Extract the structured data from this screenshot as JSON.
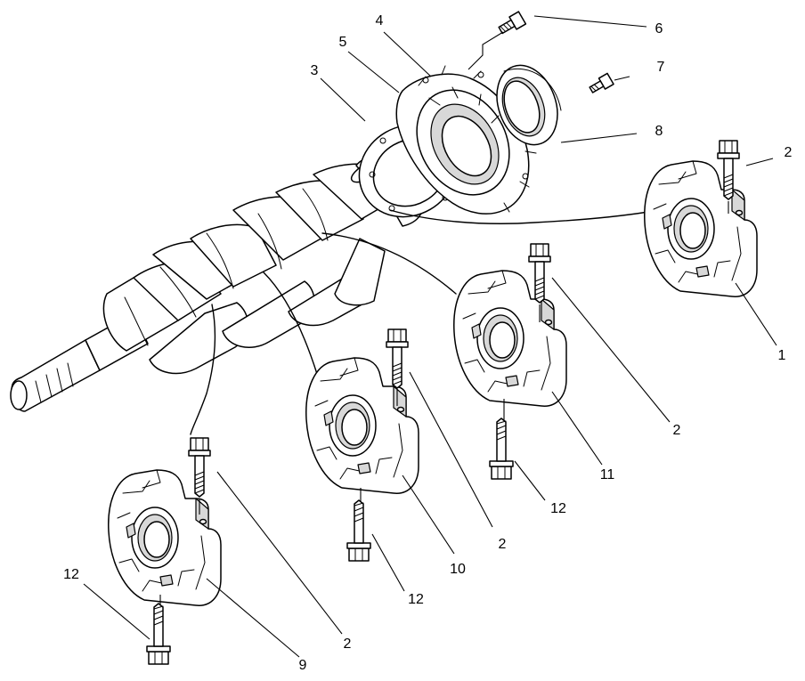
{
  "callouts": {
    "c1": "1",
    "c2a": "2",
    "c2b": "2",
    "c2c": "2",
    "c2d": "2",
    "c3": "3",
    "c4": "4",
    "c5": "5",
    "c6": "6",
    "c7": "7",
    "c8": "8",
    "c9": "9",
    "c10": "10",
    "c11": "11",
    "c12a": "12",
    "c12b": "12",
    "c12c": "12"
  }
}
